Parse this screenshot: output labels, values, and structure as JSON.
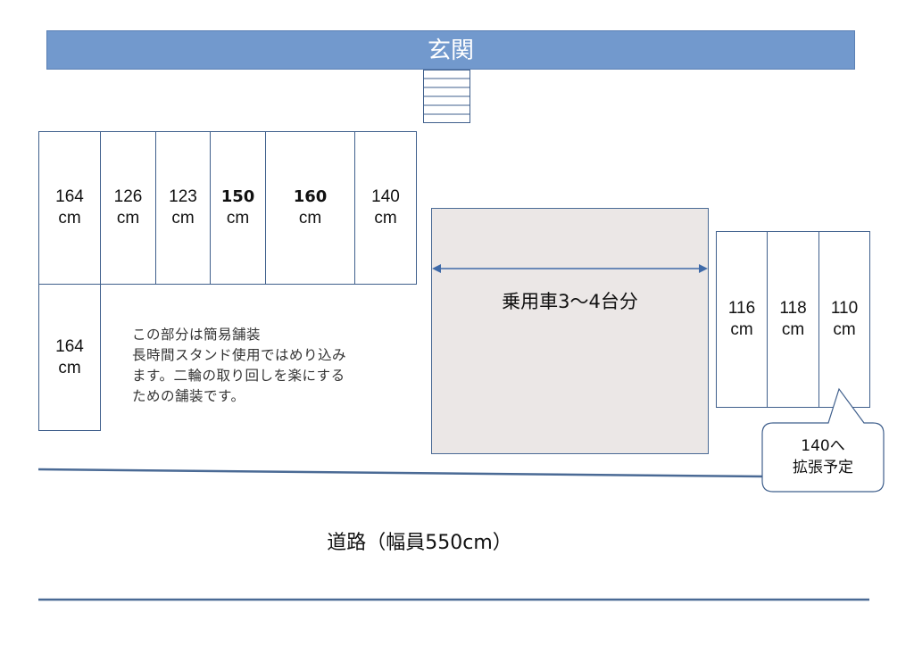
{
  "entrance": {
    "label": "玄関"
  },
  "left_slots_top": [
    {
      "value": "164",
      "unit": "cm",
      "bold": false
    },
    {
      "value": "126",
      "unit": "cm",
      "bold": false
    },
    {
      "value": "123",
      "unit": "cm",
      "bold": false
    },
    {
      "value": "150",
      "unit": "cm",
      "bold": true
    },
    {
      "value": "160",
      "unit": "cm",
      "bold": true
    },
    {
      "value": "140",
      "unit": "cm",
      "bold": false
    }
  ],
  "left_slot_bottom": {
    "value": "164",
    "unit": "cm"
  },
  "paving_note": {
    "lines": [
      "この部分は簡易舗装",
      "長時間スタンド使用ではめり込み",
      "ます。二輪の取り回しを楽にする",
      "ための舗装です。"
    ]
  },
  "parking": {
    "label": "乗用車3～4台分"
  },
  "right_slots": [
    {
      "value": "116",
      "unit": "cm"
    },
    {
      "value": "118",
      "unit": "cm"
    },
    {
      "value": "110",
      "unit": "cm"
    }
  ],
  "callout": {
    "line1": "140へ",
    "line2": "拡張予定"
  },
  "road": {
    "label": "道路（幅員550cm）"
  },
  "colors": {
    "entrance": "#7299cd",
    "outline": "#3f5f8c",
    "road_line": "#4a6a95",
    "parking_fill": "#ebe7e6"
  }
}
